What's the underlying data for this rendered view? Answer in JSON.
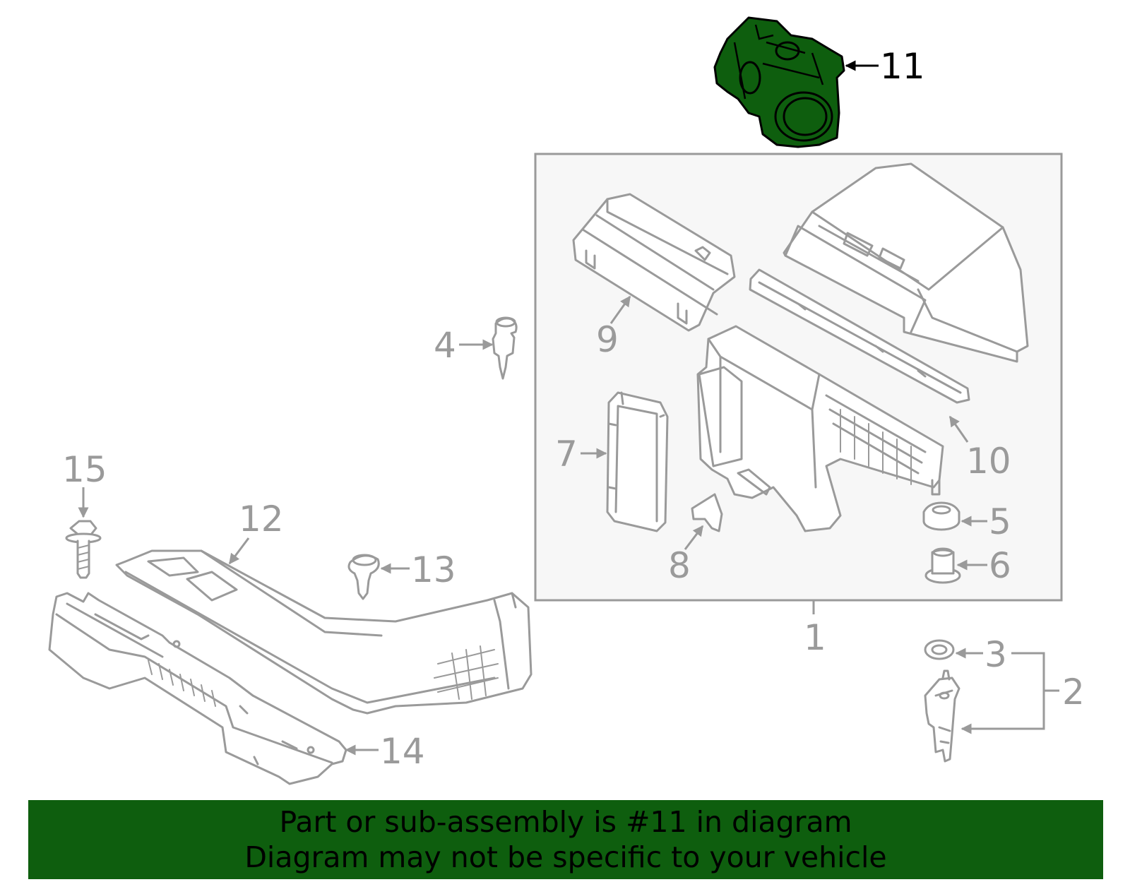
{
  "colors": {
    "highlight": "#0e5e0e",
    "banner": "#0e5e0e",
    "line": "#9a9a9a",
    "box_fill": "#f7f7f7"
  },
  "callouts": {
    "c1": "1",
    "c2": "2",
    "c3": "3",
    "c4": "4",
    "c5": "5",
    "c6": "6",
    "c7": "7",
    "c8": "8",
    "c9": "9",
    "c10": "10",
    "c11": "11",
    "c12": "12",
    "c13": "13",
    "c14": "14",
    "c15": "15"
  },
  "highlighted_part": "11",
  "banner": {
    "line1": "Part or sub-assembly is #11 in diagram",
    "line2": "Diagram may not be specific to your vehicle"
  }
}
